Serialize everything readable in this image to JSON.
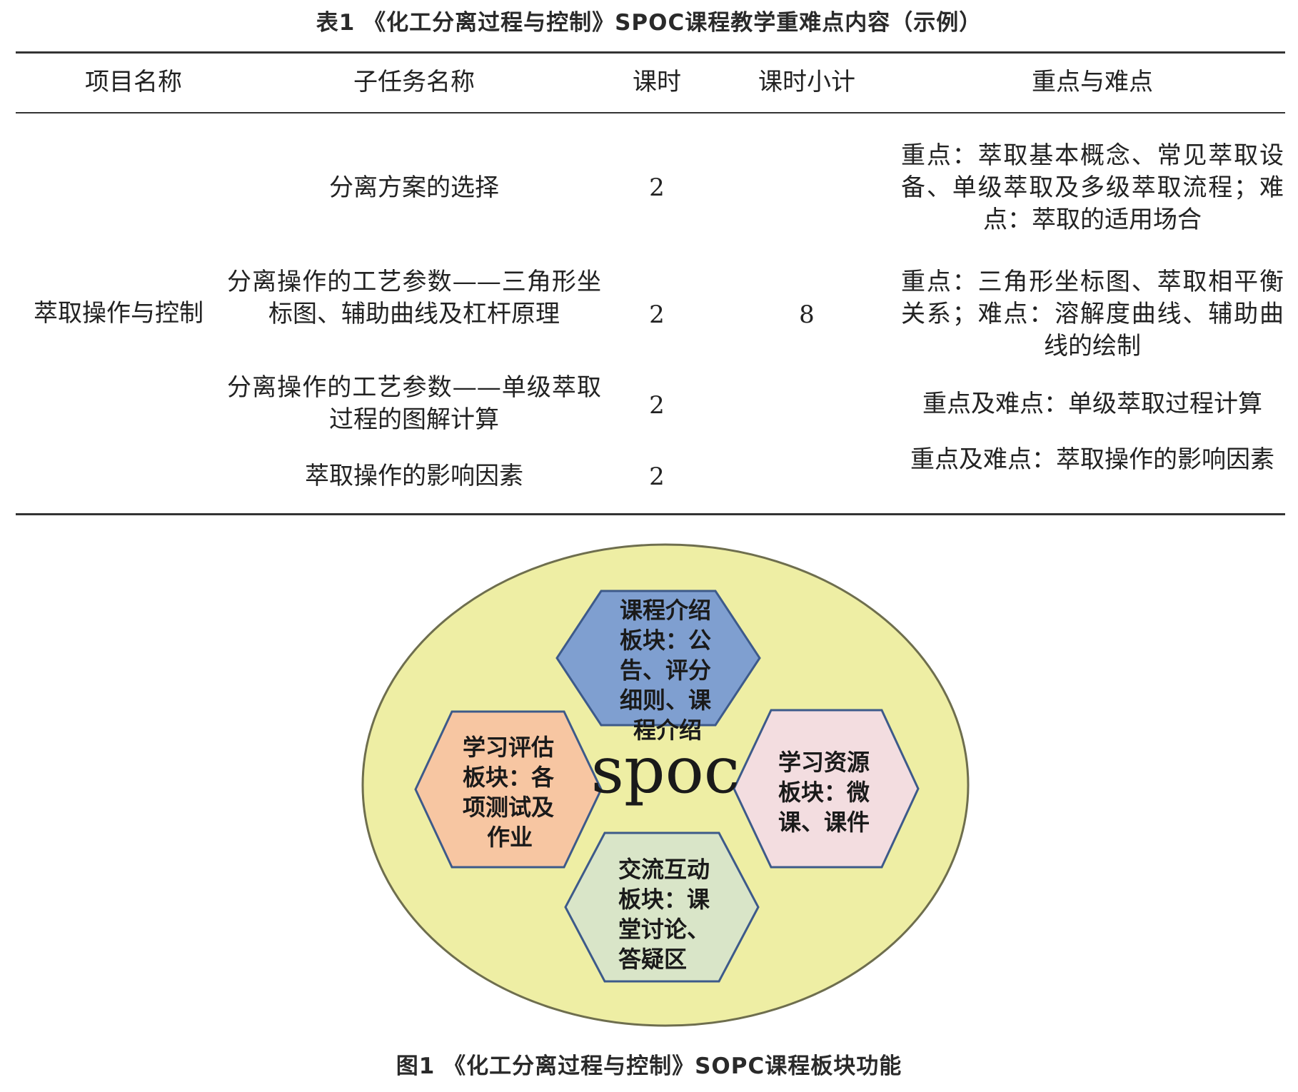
{
  "table": {
    "caption": "表1 《化工分离过程与控制》SPOC课程教学重难点内容（示例）",
    "headers": [
      "项目名称",
      "子任务名称",
      "课时",
      "课时小计",
      "重点与难点"
    ],
    "project": "萃取操作与控制",
    "subtotal": "8",
    "rows": [
      {
        "subtask": "分离方案的选择",
        "hours": "2",
        "keypoints": "重点：萃取基本概念、常见萃取设备、单级萃取及多级萃取流程；难点：萃取的适用场合"
      },
      {
        "subtask": "分离操作的工艺参数——三角形坐标图、辅助曲线及杠杆原理",
        "hours": "2",
        "keypoints": "重点：三角形坐标图、萃取相平衡关系；难点：溶解度曲线、辅助曲线的绘制"
      },
      {
        "subtask": "分离操作的工艺参数——单级萃取过程的图解计算",
        "hours": "2",
        "keypoints": "重点及难点：单级萃取过程计算"
      },
      {
        "subtask": "萃取操作的影响因素",
        "hours": "2",
        "keypoints": "重点及难点：萃取操作的影响因素"
      }
    ]
  },
  "figure": {
    "caption": "图1 《化工分离过程与控制》SOPC课程板块功能",
    "center_label": "spoc",
    "colors": {
      "ellipse_fill": "#eeeea4",
      "ellipse_stroke": "#6e6e4e",
      "top": "#7f9fd0",
      "left": "#f7c6a2",
      "right": "#f3dde0",
      "bottom": "#d9e5c8",
      "hex_stroke": "#3d5a8a"
    },
    "modules": {
      "top": {
        "lines": [
          "课程介绍",
          "板块：公",
          "告、评分",
          "细则、课",
          "程介绍"
        ]
      },
      "left": {
        "lines": [
          "学习评估",
          "板块：各",
          "项测试及",
          "作业"
        ]
      },
      "right": {
        "lines": [
          "学习资源",
          "板块：微",
          "课、课件"
        ]
      },
      "bottom": {
        "lines": [
          "交流互动",
          "板块：课",
          "堂讨论、",
          "答疑区"
        ]
      }
    }
  }
}
